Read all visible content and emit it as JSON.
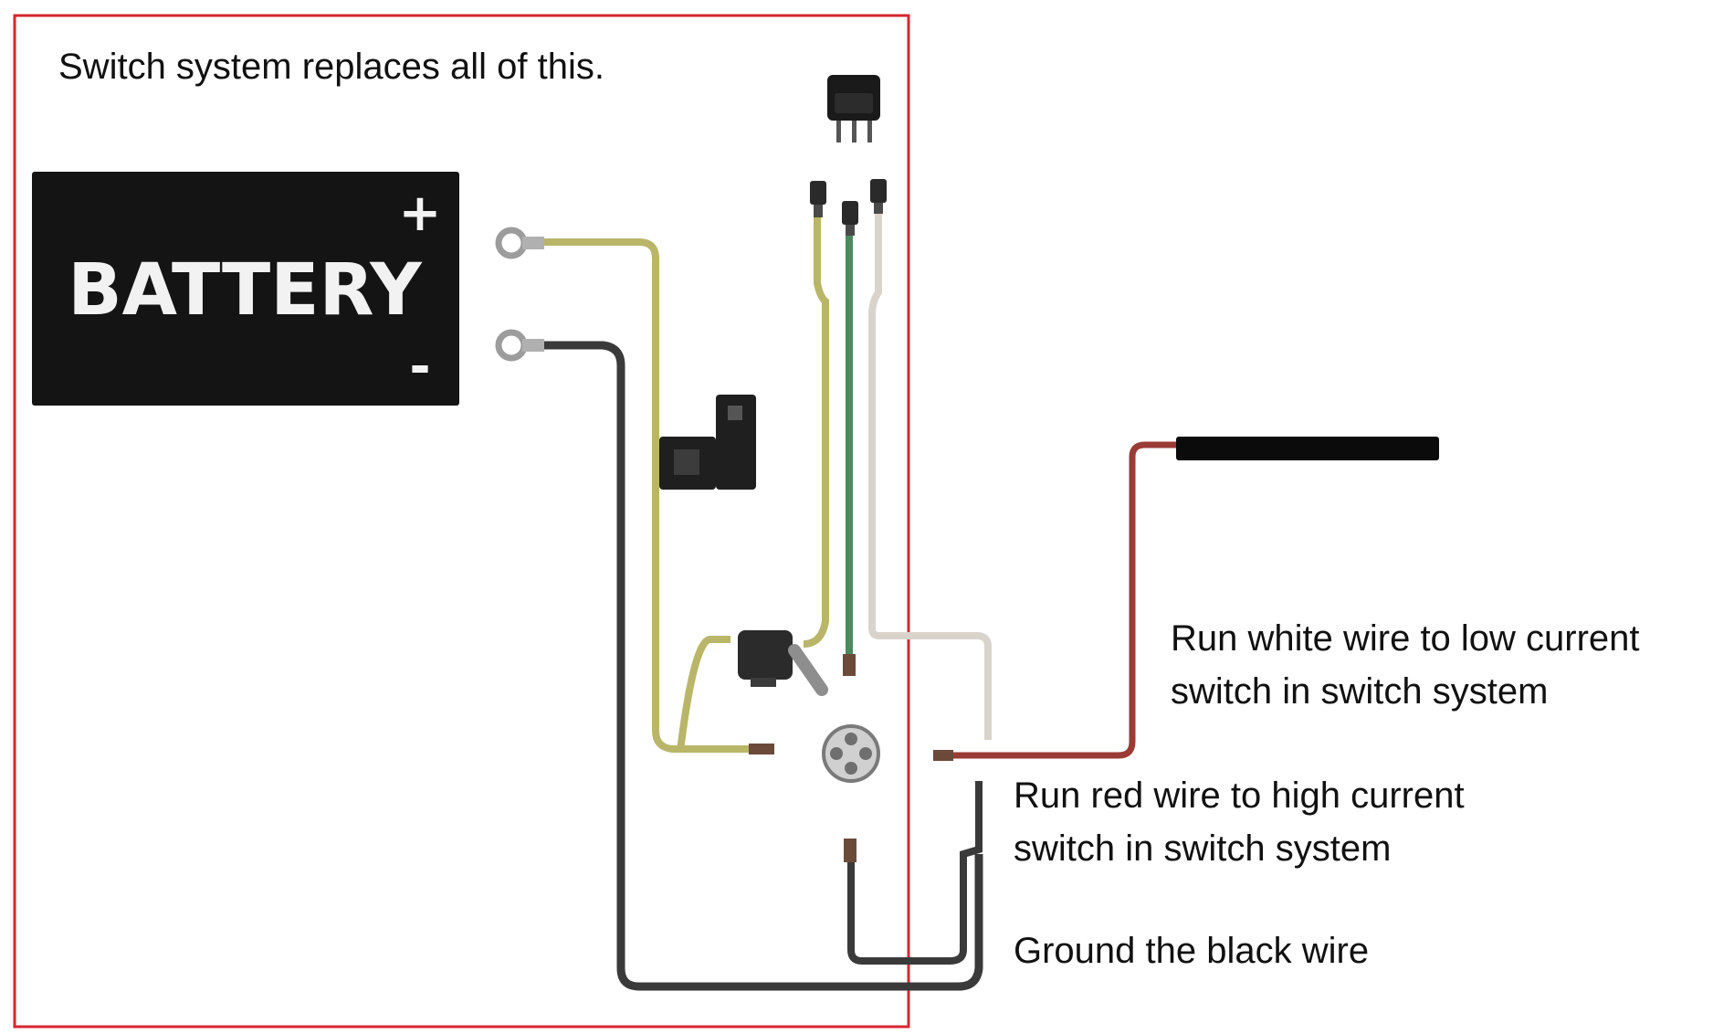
{
  "captions": {
    "replaces": "Switch system replaces all of this.",
    "white_wire": "Run white wire to low current\nswitch in switch system",
    "red_wire": "Run red wire to high current\nswitch in switch system",
    "black_wire": "Ground the black wire"
  },
  "battery": {
    "label": "BATTERY",
    "plus": "+",
    "minus": "-"
  },
  "colors": {
    "frame": "#d92630",
    "battery": "#141414",
    "yellow_wire": "#b9b66a",
    "green_wire": "#4c8a5e",
    "white_wire": "#d9d4cb",
    "black_wire": "#3a3a3a",
    "red_wire": "#9a3b36",
    "cable": "#0b0b0b"
  },
  "icons": [
    "ring-terminal-icon",
    "relay-icon",
    "fuse-holder-icon",
    "rocker-switch-icon",
    "connector-plug-icon",
    "harness-connector-icon"
  ]
}
